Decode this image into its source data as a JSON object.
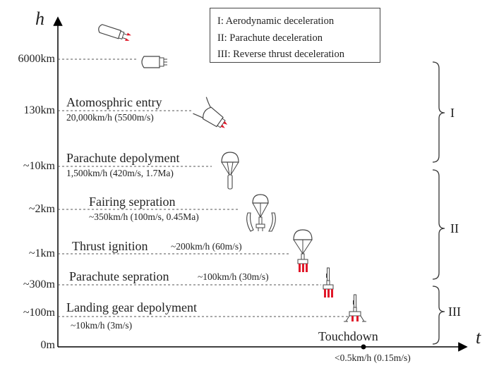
{
  "axes": {
    "y_label": "h",
    "x_label": "t"
  },
  "y_ticks": [
    "6000km",
    "130km",
    "~10km",
    "~2km",
    "~1km",
    "~300m",
    "~100m",
    "0m"
  ],
  "legend": [
    "I:   Aerodynamic deceleration",
    "II:  Parachute deceleration",
    "III: Reverse thrust deceleration"
  ],
  "phases": [
    "I",
    "II",
    "III"
  ],
  "events": [
    {
      "title": "Atomosphric entry",
      "speed": "20,000km/h  (5500m/s)"
    },
    {
      "title": "Parachute depolyment",
      "speed": "1,500km/h (420m/s, 1.7Ma)"
    },
    {
      "title": "Fairing sepration",
      "speed": "~350km/h (100m/s, 0.45Ma)"
    },
    {
      "title": "Thrust ignition",
      "speed": "~200km/h (60m/s)"
    },
    {
      "title": "Parachute sepration",
      "speed": "~100km/h (30m/s)"
    },
    {
      "title": "Landing gear depolyment",
      "speed": "~10km/h (3m/s)"
    }
  ],
  "touchdown": {
    "title": "Touchdown",
    "speed": "<0.5km/h (0.15m/s)"
  },
  "icons": [
    "capsule-cruise-icon",
    "capsule-icon",
    "capsule-entry-icon",
    "parachute-capsule-icon",
    "fairing-separation-icon",
    "parachute-thrust-icon",
    "lander-thrust-icon",
    "lander-legs-icon"
  ],
  "colors": {
    "axis": "#000000",
    "text": "#222222",
    "thrust": "#e0192a"
  }
}
